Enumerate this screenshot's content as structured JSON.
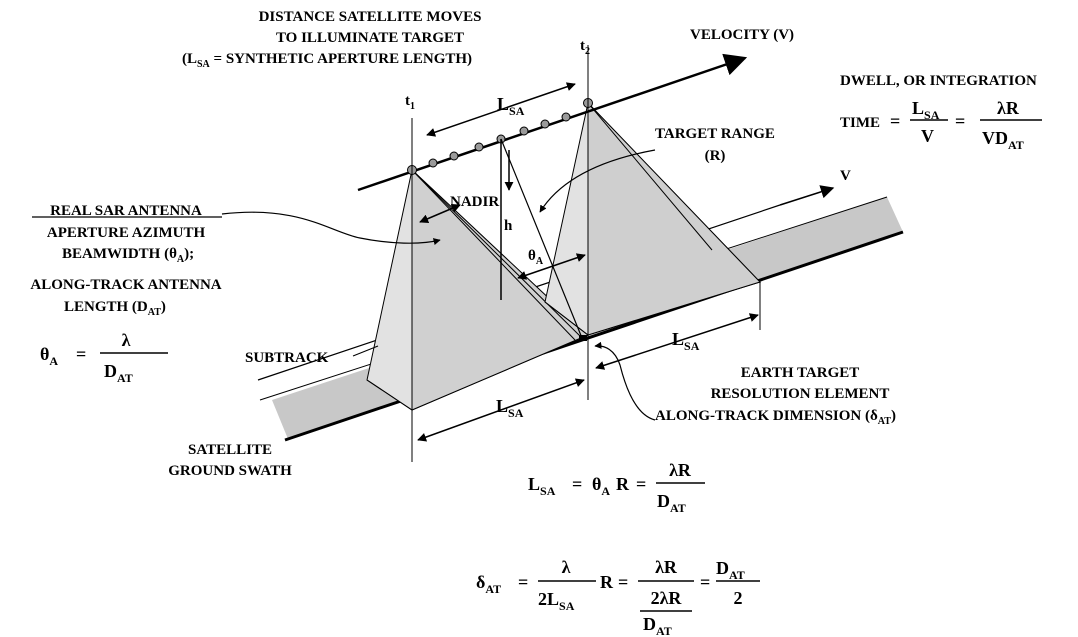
{
  "labels": {
    "distance_line1": "DISTANCE SATELLITE MOVES",
    "distance_line2": "TO ILLUMINATE TARGET",
    "distance_line3_pre": "(L",
    "distance_line3_sub": "SA",
    "distance_line3_post": " = SYNTHETIC APERTURE LENGTH)",
    "velocity": "VELOCITY (V)",
    "t1": "t",
    "t1_sub": "1",
    "t2": "t",
    "t2_sub": "2",
    "lsa": "L",
    "lsa_sub": "SA",
    "dwell_line1": "DWELL, OR INTEGRATION",
    "dwell_time": "TIME",
    "target_range_line1": "TARGET RANGE",
    "target_range_line2": "(R)",
    "v": "V",
    "nadir": "NADIR",
    "h": "h",
    "theta": "θ",
    "theta_sub": "A",
    "real_sar": "REAL SAR ANTENNA",
    "aperture_az": "APERTURE AZIMUTH",
    "beamwidth_pre": "BEAMWIDTH (θ",
    "beamwidth_sub": "A",
    "beamwidth_post": ");",
    "along_track_line1": "ALONG-TRACK ANTENNA",
    "along_track_line2_pre": "LENGTH (D",
    "along_track_line2_sub": "AT",
    "along_track_line2_post": ")",
    "subtrack": "SUBTRACK",
    "earth_target_line1": "EARTH TARGET",
    "earth_target_line2": "RESOLUTION ELEMENT",
    "earth_target_line3_pre": "ALONG-TRACK DIMENSION (δ",
    "earth_target_line3_sub": "AT",
    "earth_target_line3_post": ")",
    "satellite_line1": "SATELLITE",
    "satellite_line2": "GROUND SWATH"
  },
  "equations": {
    "lambda": "λ",
    "lambda_r": "λR",
    "two_lambda_r": "2λR",
    "vd": "VD",
    "v": "V",
    "d": "D",
    "at": "AT",
    "sa": "SA",
    "l": "L",
    "theta": "θ",
    "a": "A",
    "r": "R",
    "delta": "δ",
    "two": "2",
    "two_l": "2L",
    "equals": "="
  }
}
